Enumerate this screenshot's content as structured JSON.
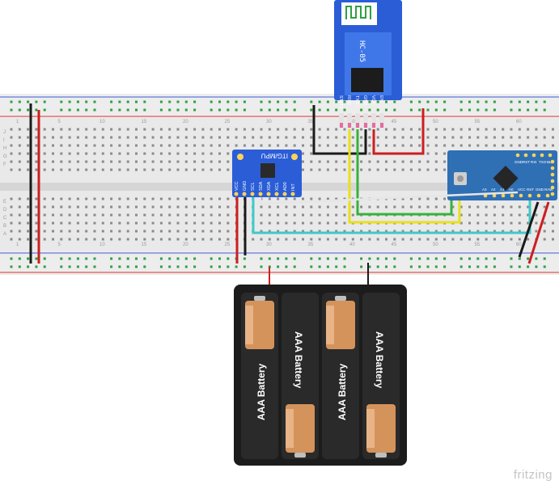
{
  "bluetooth_module": {
    "model": "HC-05",
    "pins": [
      "STATE",
      "RXD",
      "TXD",
      "GND",
      "VCC",
      "EN"
    ]
  },
  "imu_module": {
    "model": "ITG/MPU",
    "pins": [
      "VCC",
      "GND",
      "SCL",
      "SDA",
      "XDA",
      "XCL",
      "AD0",
      "INT"
    ]
  },
  "microcontroller": {
    "top_pins": [
      "GND",
      "RST",
      "RXI",
      "TXO",
      "BLK"
    ],
    "bottom_pins": [
      "A3",
      "A2",
      "A1",
      "A0",
      "VCC",
      "RST",
      "GND",
      "RAW"
    ]
  },
  "battery_pack": {
    "cell_label": "AAA Battery",
    "cell_count": 4
  },
  "breadboard": {
    "column_numbers": [
      "1",
      "5",
      "10",
      "15",
      "20",
      "25",
      "30",
      "35",
      "40",
      "45",
      "50",
      "55",
      "60"
    ],
    "row_letters": [
      "J",
      "I",
      "H",
      "G",
      "F",
      "E",
      "D",
      "C",
      "B",
      "A"
    ]
  },
  "colors": {
    "wire_black": "#1a1a1a",
    "wire_red": "#cc1f1f",
    "wire_yellow": "#e8e01c",
    "wire_green": "#38b23a",
    "wire_cyan": "#3fc9c9",
    "wire_white": "#e6e6e6",
    "module_blue": "#2b5dd6",
    "board_blue": "#2f6fb4",
    "battery_copper": "#d5935c",
    "hole_green": "#2ea043",
    "rail_red": "#d9342b",
    "rail_blue": "#3b5bd6"
  },
  "branding": {
    "watermark": "fritzing"
  }
}
